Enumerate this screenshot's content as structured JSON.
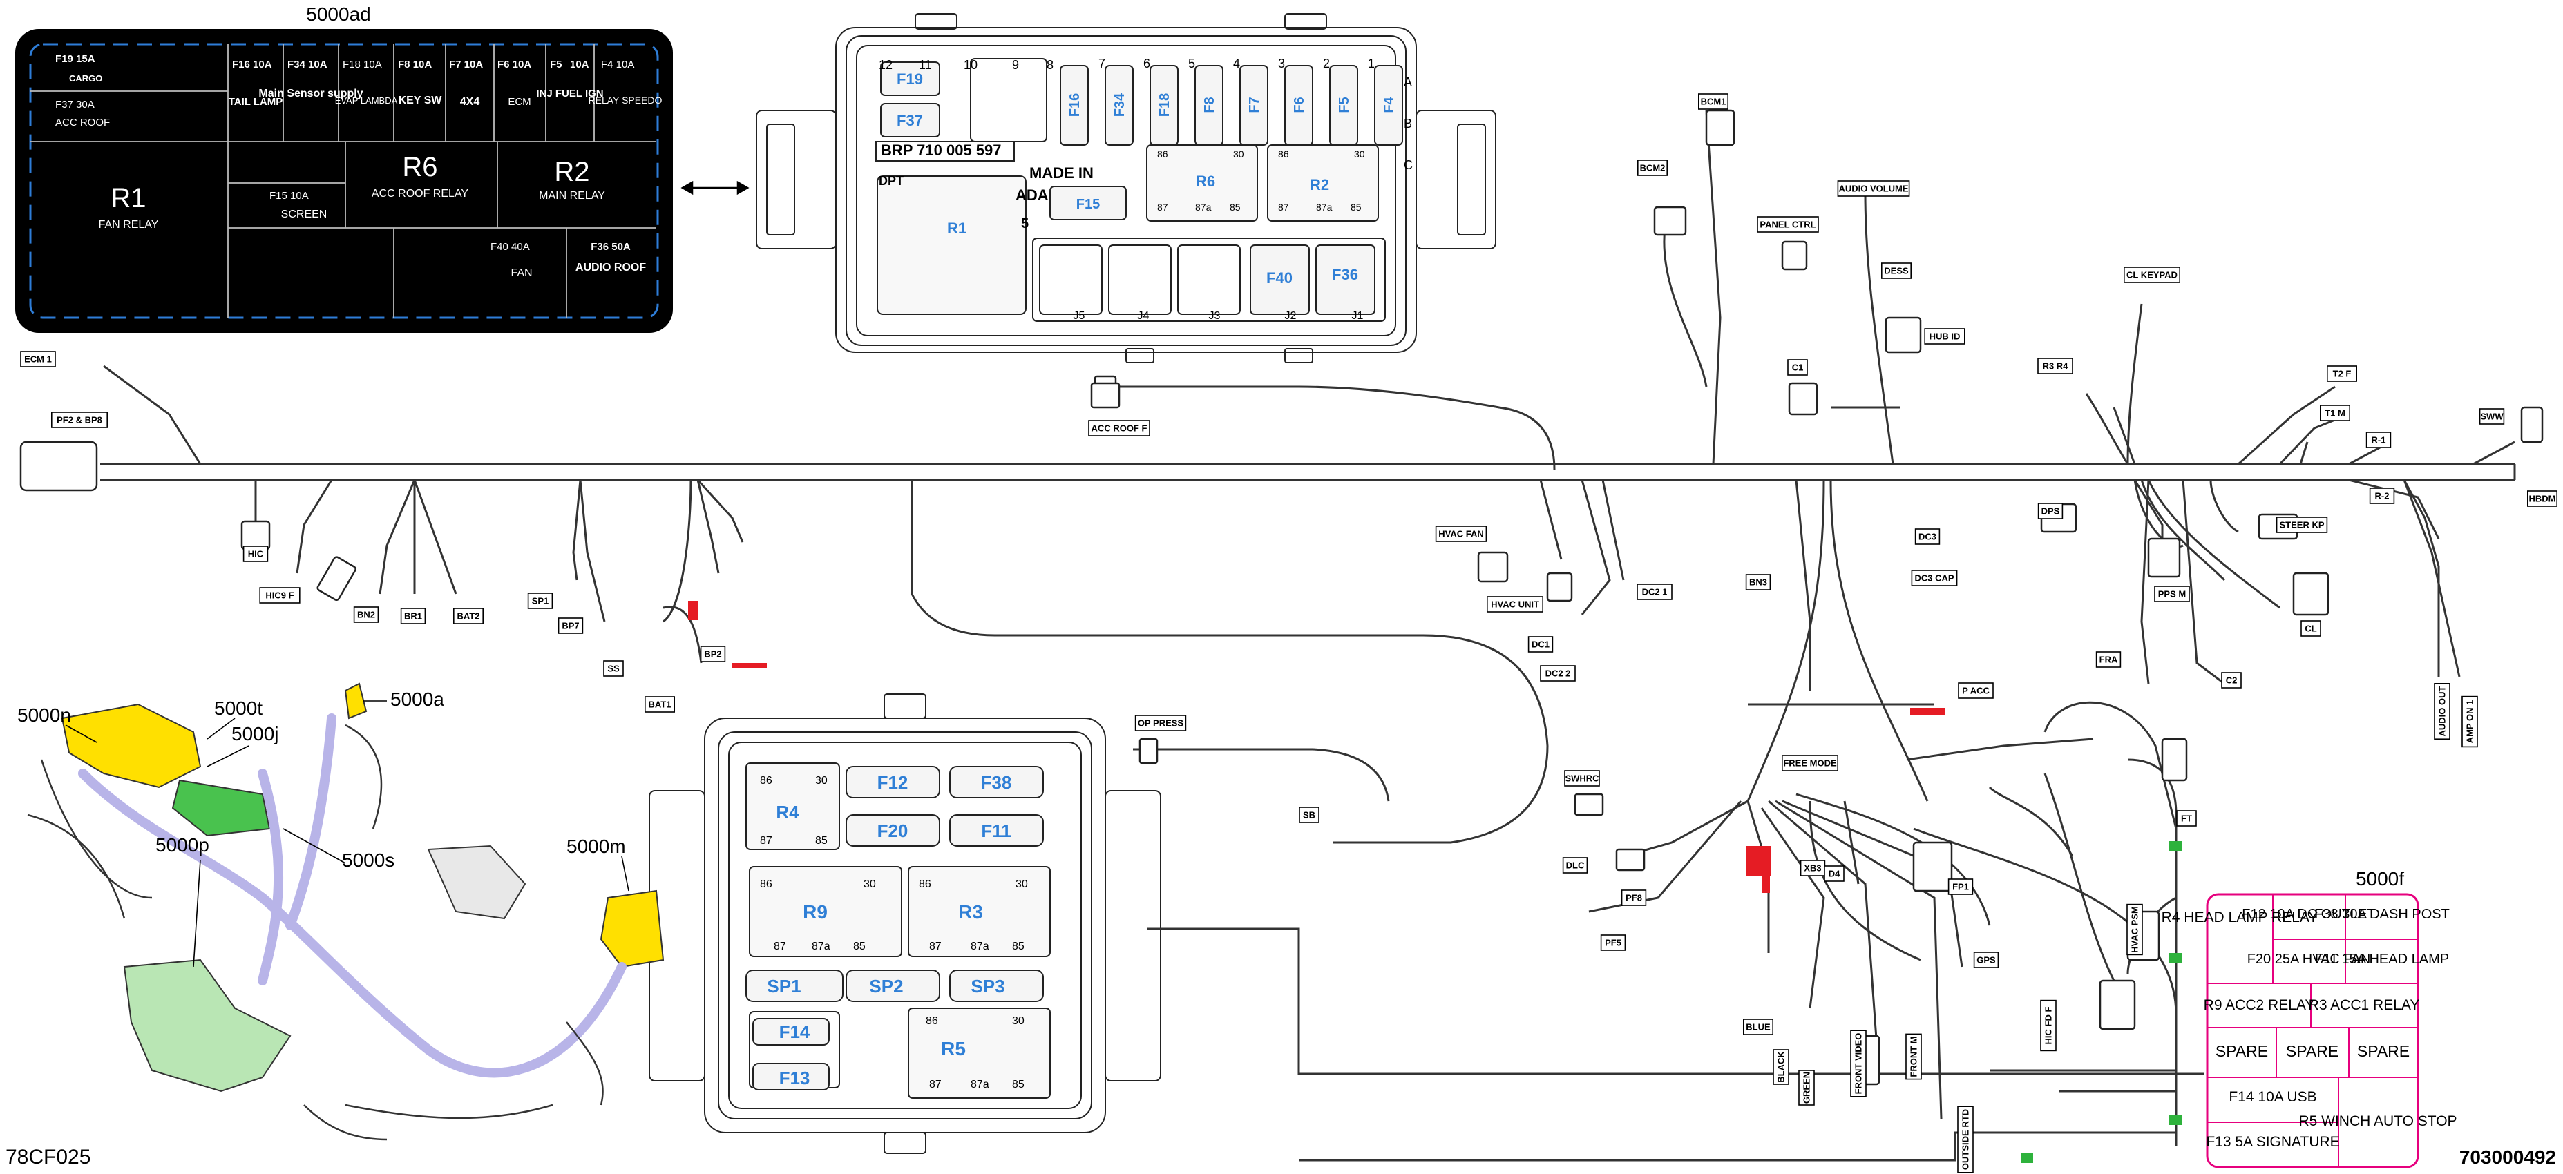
{
  "figure": {
    "id_left": "78CF025",
    "id_right": "703000492"
  },
  "callouts": {
    "a": "5000ad",
    "b": "5000f",
    "c1": "5000n",
    "c2": "5000t",
    "c3": "5000j",
    "c4": "5000a",
    "c5": "5000p",
    "c6": "5000s",
    "c7": "5000m"
  },
  "black_box": {
    "cells": [
      {
        "key": "f19",
        "text": "F19   15A"
      },
      {
        "key": "cargo",
        "text": "CARGO"
      },
      {
        "key": "f37",
        "text": "F37     30A"
      },
      {
        "key": "accroof",
        "text": "ACC ROOF"
      },
      {
        "key": "f16",
        "text": "F16 10A"
      },
      {
        "key": "taillamp",
        "text": "TAIL LAMP"
      },
      {
        "key": "f34",
        "text": "F34 10A"
      },
      {
        "key": "mainsensor",
        "text": "Main Sensor supply"
      },
      {
        "key": "f18",
        "text": "F18 10A"
      },
      {
        "key": "evap",
        "text": "EVAP LAMBDA"
      },
      {
        "key": "f8",
        "text": "F8  10A"
      },
      {
        "key": "keysw",
        "text": "KEY SW"
      },
      {
        "key": "f7",
        "text": "F7  10A"
      },
      {
        "key": "4x4",
        "text": "4X4"
      },
      {
        "key": "f6",
        "text": "F6  10A"
      },
      {
        "key": "ecm",
        "text": "ECM"
      },
      {
        "key": "f5",
        "text": "F5"
      },
      {
        "key": "injfuelign",
        "text": "INJ FUEL IGN"
      },
      {
        "key": "f5a",
        "text": "10A"
      },
      {
        "key": "f4",
        "text": "F4   10A"
      },
      {
        "key": "relayspeedo",
        "text": "RELAY SPEEDO"
      },
      {
        "key": "r1",
        "text": "R1"
      },
      {
        "key": "fanrelay",
        "text": "FAN RELAY"
      },
      {
        "key": "f15",
        "text": "F15       10A"
      },
      {
        "key": "screen",
        "text": "SCREEN"
      },
      {
        "key": "r6",
        "text": "R6"
      },
      {
        "key": "accroofrelay",
        "text": "ACC ROOF RELAY"
      },
      {
        "key": "r2",
        "text": "R2"
      },
      {
        "key": "mainrelay",
        "text": "MAIN RELAY"
      },
      {
        "key": "f40",
        "text": "F40    40A"
      },
      {
        "key": "fan",
        "text": "FAN"
      },
      {
        "key": "f36",
        "text": "F36 50A"
      },
      {
        "key": "audioroof",
        "text": "AUDIO ROOF"
      }
    ]
  },
  "fusebox_top": {
    "fuses": [
      "F19",
      "F37",
      "F16",
      "F34",
      "F18",
      "F8",
      "F7",
      "F6",
      "F5",
      "F4",
      "F15",
      "R1",
      "R6",
      "R2",
      "F40",
      "F36"
    ],
    "code": "BRP  710 005 597",
    "made_in": "MADE IN",
    "ada": "ADA",
    "dpt": "DPT",
    "jacks": [
      "J5",
      "J4",
      "J3",
      "J2",
      "J1"
    ],
    "cols": [
      "12",
      "11",
      "10",
      "9",
      "8",
      "7",
      "6",
      "5",
      "4",
      "3",
      "2",
      "1"
    ],
    "rows": [
      "A",
      "B",
      "C"
    ],
    "pins": {
      "p86": "86",
      "p30": "30",
      "p87": "87",
      "p87a": "87a",
      "p85": "85"
    },
    "side": "5"
  },
  "fusebox_bottom": {
    "labels": {
      "R4": "R4",
      "F12": "F12",
      "F38": "F38",
      "F20": "F20",
      "F11": "F11",
      "R9": "R9",
      "R3": "R3",
      "SP1": "SP1",
      "SP2": "SP2",
      "SP3": "SP3",
      "F14": "F14",
      "F13": "F13",
      "R5": "R5"
    },
    "pins": {
      "p86": "86",
      "p30": "30",
      "p87": "87",
      "p87a": "87a",
      "p85": "85"
    }
  },
  "legend_5000f": {
    "cells": [
      {
        "key": "r4",
        "text": "R4 HEAD LAMP RELAY"
      },
      {
        "key": "f12",
        "text": "F12      10A DC OUTLET"
      },
      {
        "key": "f38",
        "text": "F38    30A DASH POST"
      },
      {
        "key": "f20",
        "text": "F20      25A HVAC FAN"
      },
      {
        "key": "f11",
        "text": "F11      15A HEAD LAMP"
      },
      {
        "key": "r9",
        "text": "R9 ACC2 RELAY"
      },
      {
        "key": "r3",
        "text": "R3 ACC1 RELAY"
      },
      {
        "key": "spare1",
        "text": "SPARE"
      },
      {
        "key": "spare2",
        "text": "SPARE"
      },
      {
        "key": "spare3",
        "text": "SPARE"
      },
      {
        "key": "f14",
        "text": "F14      10A USB"
      },
      {
        "key": "f13",
        "text": "F13      5A SIGNATURE"
      },
      {
        "key": "r5",
        "text": "R5 WINCH AUTO STOP"
      }
    ]
  },
  "connectors": [
    "ECM 1",
    "PF2 & BP8",
    "HIC",
    "HIC9 F",
    "BN2",
    "BR1",
    "BAT2",
    "SP1",
    "BP7",
    "SS",
    "BAT1",
    "BP2",
    "ACC ROOF F",
    "HVAC FAN",
    "HVAC UNIT",
    "DC1",
    "DC2 1",
    "DC2 2",
    "DC3",
    "DC3 CAP",
    "BN3",
    "BCM1",
    "BCM2",
    "AUDIO VOLUME",
    "PANEL CTRL",
    "DESS",
    "HUB ID",
    "C1",
    "CL KEYPAD",
    "R3 R4",
    "T2 F",
    "T1 M",
    "R-1",
    "R-2",
    "SWW",
    "HBDM",
    "DPS",
    "PPS M",
    "STEER KP",
    "CL",
    "FRA",
    "C2",
    "AUDIO OUT",
    "AMP ON 1",
    "OP PRESS",
    "SB",
    "SWHRC",
    "FREE MODE",
    "P ACC",
    "DLC",
    "PF8",
    "PF5",
    "XB3",
    "D4",
    "FP1",
    "FT",
    "GPS",
    "BLUE",
    "BLACK",
    "GREEN",
    "FRONT VIDEO",
    "FRONT M",
    "HIC FD F",
    "HVAC PSM",
    "OUTSIDE RTD"
  ]
}
